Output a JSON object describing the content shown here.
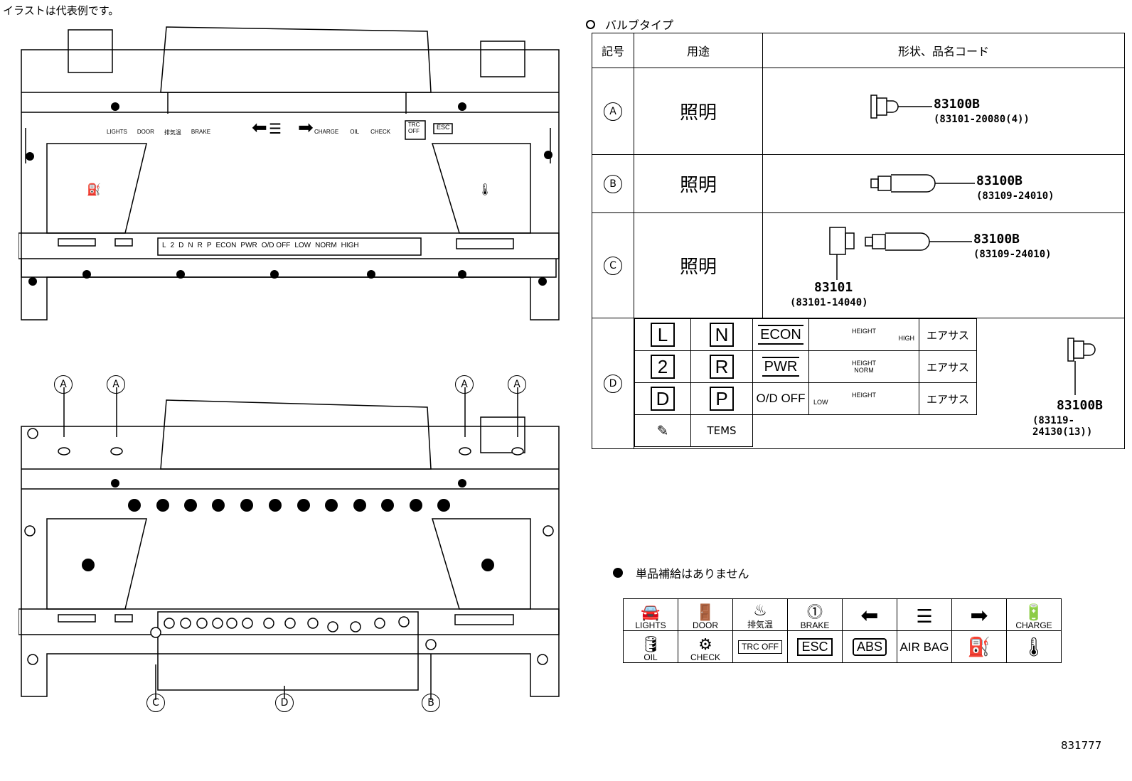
{
  "note": "イラストは代表例です。",
  "bulb_type_title": "バルブタイプ",
  "not_supplied_note": "単品補給はありません",
  "diagram_number": "831777",
  "table": {
    "headers": [
      "記号",
      "用途",
      "形状、品名コード"
    ],
    "rows": [
      {
        "symbol": "A",
        "use": "照明",
        "code": "83100B",
        "sub": "(83101-20080(4))"
      },
      {
        "symbol": "B",
        "use": "照明",
        "code": "83100B",
        "sub": "(83109-24010)"
      },
      {
        "symbol": "C",
        "use": "照明",
        "code": "83100B",
        "sub": "(83109-24010)",
        "code2": "83101",
        "sub2": "(83101-14040)"
      },
      {
        "symbol": "D",
        "code": "83100B",
        "sub": "(83119-24130(13))"
      }
    ],
    "d_grid": {
      "col1": [
        "L",
        "2",
        "D"
      ],
      "col2": [
        "N",
        "R",
        "P"
      ],
      "col3": [
        "ECON",
        "PWR",
        "O/D OFF"
      ],
      "height_label": "HEIGHT",
      "height_levels": [
        "HIGH",
        "NORM",
        "LOW"
      ],
      "airsus": [
        "エアサス",
        "エアサス",
        "エアサス"
      ],
      "tems": "TEMS"
    }
  },
  "indicators": {
    "row1": [
      {
        "label": "LIGHTS",
        "icon": "lights-icon"
      },
      {
        "label": "DOOR",
        "icon": "door-icon"
      },
      {
        "label": "排気温",
        "icon": "exhaust-temp-icon"
      },
      {
        "label": "BRAKE",
        "icon": "brake-icon"
      },
      {
        "label": "",
        "icon": "left-arrow-icon"
      },
      {
        "label": "",
        "icon": "headlight-icon"
      },
      {
        "label": "",
        "icon": "right-arrow-icon"
      },
      {
        "label": "CHARGE",
        "icon": "battery-icon"
      }
    ],
    "row2": [
      {
        "label": "OIL",
        "icon": "oil-can-icon"
      },
      {
        "label": "CHECK",
        "icon": "engine-check-icon"
      },
      {
        "label": "TRC OFF",
        "icon": "trc-off-icon"
      },
      {
        "label": "ESC",
        "icon": "esc-icon"
      },
      {
        "label": "ABS",
        "icon": "abs-icon"
      },
      {
        "label": "AIR BAG",
        "icon": "airbag-icon"
      },
      {
        "label": "",
        "icon": "fuel-pump-icon"
      },
      {
        "label": "",
        "icon": "coolant-temp-icon"
      }
    ]
  },
  "cluster_labels": {
    "top_indicators": [
      "LIGHTS",
      "DOOR",
      "排気温",
      "BRAKE",
      "CHARGE",
      "OIL",
      "CHECK",
      "TRC OFF",
      "ESC"
    ],
    "bottom_strip": [
      "L",
      "2",
      "D",
      "N",
      "R",
      "P",
      "ECON",
      "PWR",
      "O/D OFF",
      "LOW",
      "NORM",
      "HIGH"
    ],
    "callouts": [
      "A",
      "A",
      "A",
      "A",
      "C",
      "D",
      "B"
    ]
  }
}
